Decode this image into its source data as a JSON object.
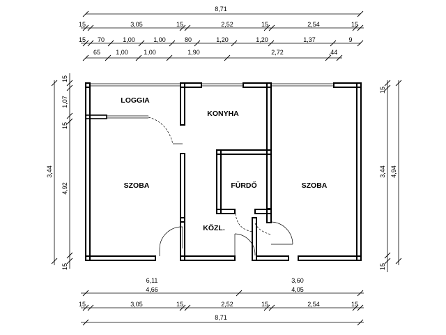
{
  "rooms": {
    "loggia": "LOGGIA",
    "konyha": "KONYHA",
    "szoba_left": "SZOBA",
    "furdo": "FÜRDŐ",
    "szoba_right": "SZOBA",
    "kozl": "KÖZL."
  },
  "dims": {
    "top_total": "8,71",
    "top_row1": [
      "15",
      "3,05",
      "15",
      "2,52",
      "15",
      "2,54",
      "15"
    ],
    "top_row2": [
      "15",
      "70",
      "1,00",
      "1,00",
      "80",
      "1,20",
      "1,20",
      "1,37",
      "9"
    ],
    "top_row3": [
      "65",
      "1,00",
      "1,00",
      "1,90",
      "2,72",
      ",44"
    ],
    "left_outer": "3,44",
    "left_inner": [
      "15",
      "1,07",
      "15",
      "4,92",
      "15"
    ],
    "right_inner": [
      "15",
      "3,44",
      "15"
    ],
    "right_outer": "4,94",
    "bottom_mid": [
      "6,11",
      "3,60"
    ],
    "bottom_row1": [
      "4,66",
      "4,05"
    ],
    "bottom_row2": [
      "15",
      "3,05",
      "15",
      "2,52",
      "15",
      "2,54",
      "15"
    ],
    "bottom_total": "8,71"
  }
}
